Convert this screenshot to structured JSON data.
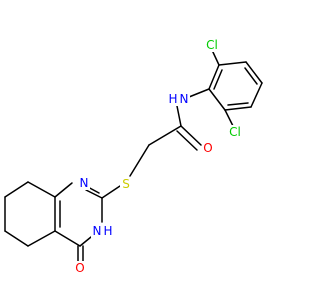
{
  "colors": {
    "background": "#ffffff",
    "bond": "#000000",
    "carbon": "#000000",
    "nitrogen": "#0000ff",
    "oxygen": "#ff0000",
    "sulfur": "#cccc00",
    "chlorine": "#00cc00"
  },
  "atoms": [
    {
      "label": "Cl",
      "element": "chlorine"
    },
    {
      "label": "Cl",
      "element": "chlorine"
    },
    {
      "label": "N",
      "element": "nitrogen"
    },
    {
      "label": "H",
      "element": "nitrogen"
    },
    {
      "label": "O",
      "element": "oxygen"
    },
    {
      "label": "S",
      "element": "sulfur"
    },
    {
      "label": "N",
      "element": "nitrogen"
    },
    {
      "label": "N",
      "element": "nitrogen"
    },
    {
      "label": "H",
      "element": "nitrogen"
    },
    {
      "label": "O",
      "element": "oxygen"
    }
  ]
}
